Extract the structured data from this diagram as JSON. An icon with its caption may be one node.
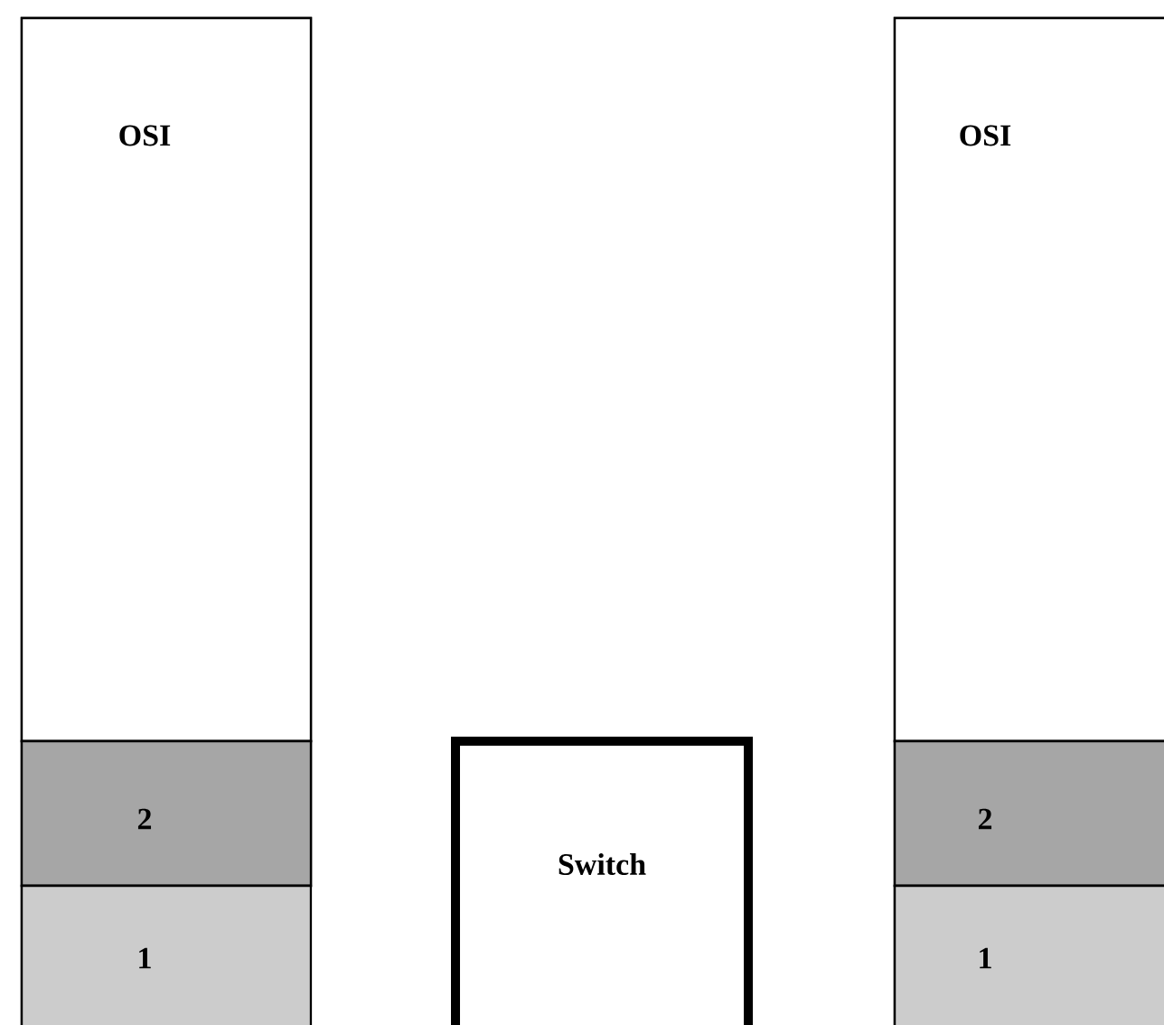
{
  "diagram": {
    "nodes": [
      {
        "text": [
          "OSI"
        ]
      },
      {
        "text": [
          "2"
        ]
      },
      {
        "text": [
          "1"
        ]
      },
      {
        "text": [
          "Switch"
        ]
      },
      {
        "text": [
          "OSI"
        ]
      },
      {
        "text": [
          "2"
        ]
      },
      {
        "text": [
          "1"
        ]
      }
    ]
  }
}
